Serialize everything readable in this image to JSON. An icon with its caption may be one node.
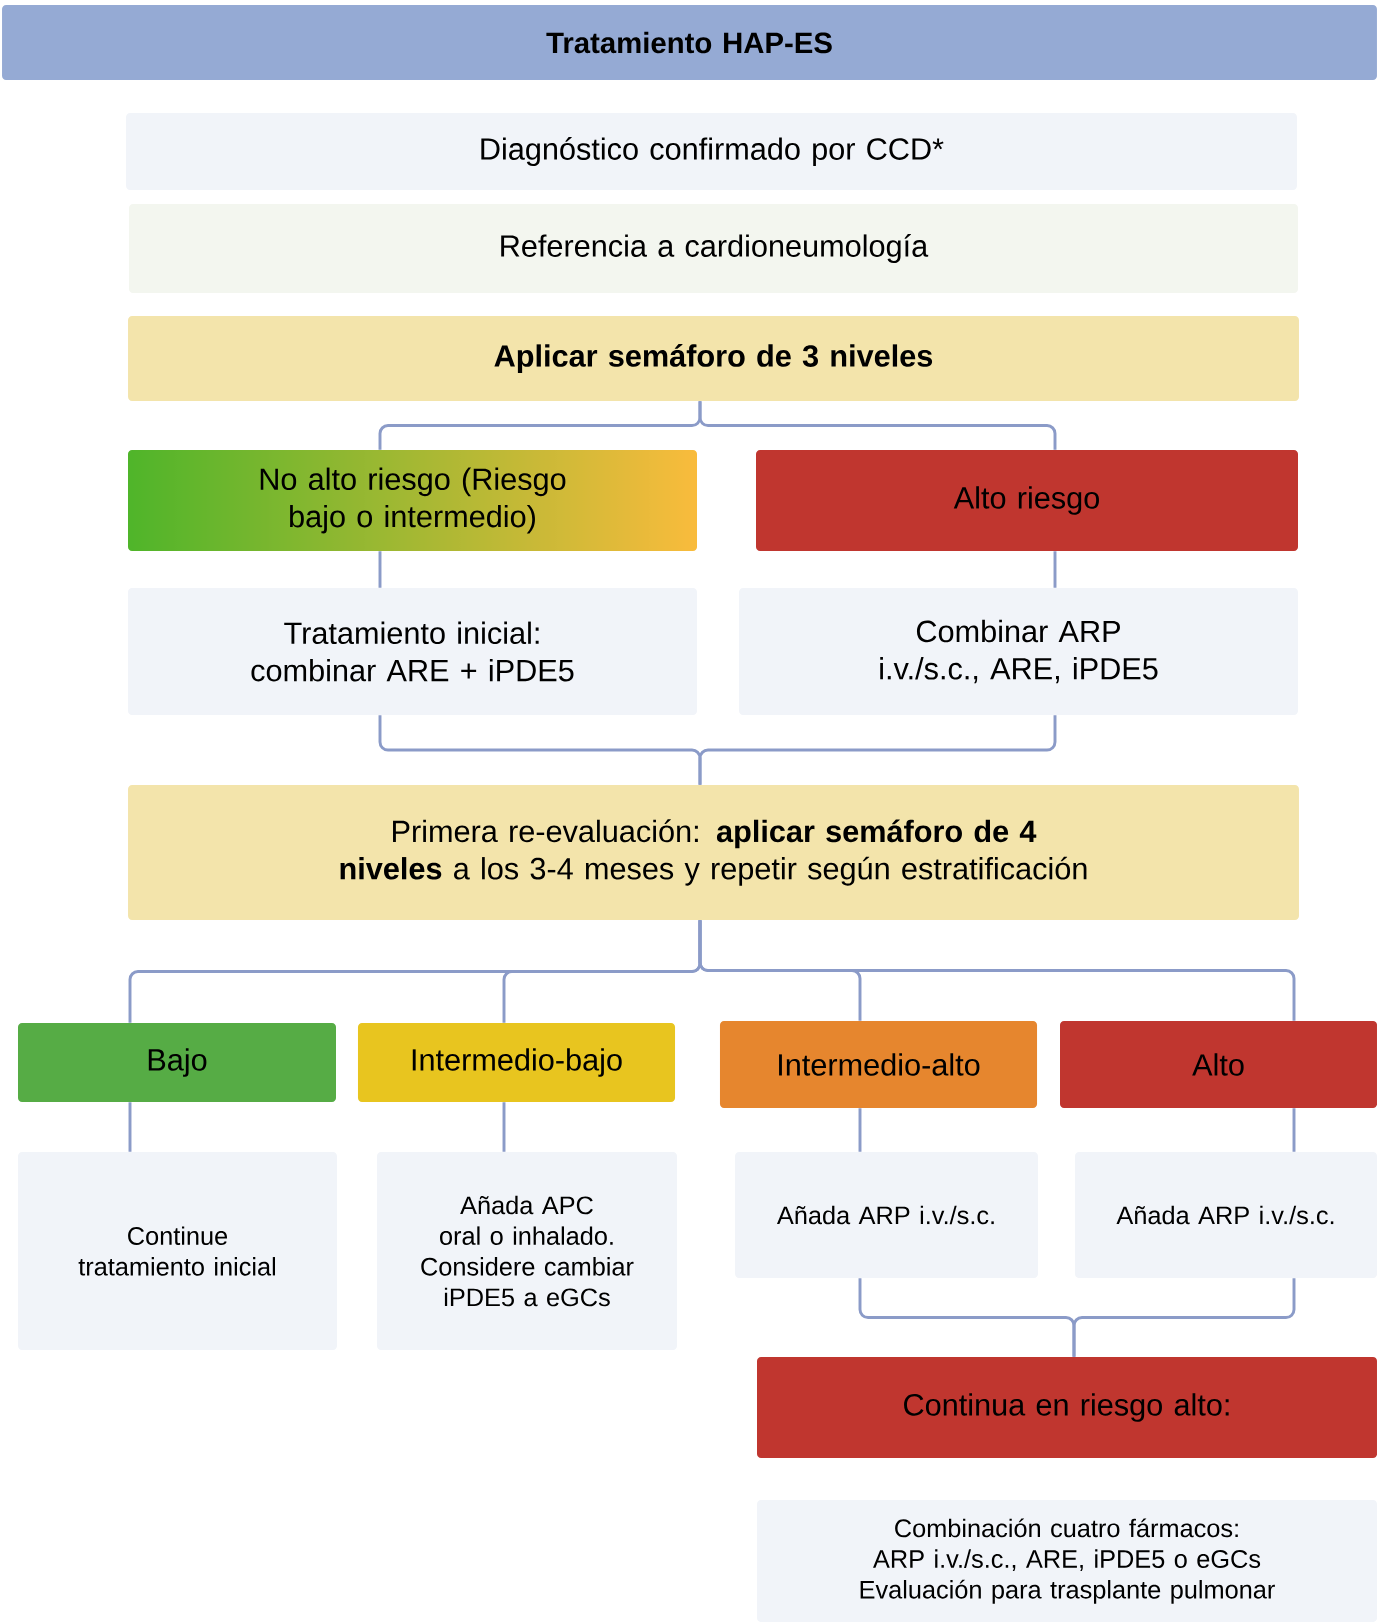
{
  "diagram": {
    "nodes": [
      {
        "text": [
          "Tratamiento HAP-ES"
        ]
      },
      {
        "text": [
          "Diagnóstico confirmado por CCD*"
        ]
      },
      {
        "text": [
          "Referencia a cardioneumología"
        ]
      },
      {
        "text": [
          "Aplicar semáforo de 3 niveles"
        ]
      },
      {
        "text": [
          "No alto riesgo (Riesgo bajo o intermedio)"
        ]
      },
      {
        "text": [
          "Alto riesgo"
        ]
      },
      {
        "text": [
          "Tratamiento inicial: combinar ARE + iPDE5"
        ]
      },
      {
        "text": [
          "Combinar ARP i.v./s.c., ARE, iPDE5"
        ]
      },
      {
        "text": [
          "Primera re-evaluación: **aplicar semáforo de 4 niveles** a los 3-4 meses y repetir según estratificación"
        ]
      },
      {
        "text": [
          "Bajo"
        ]
      },
      {
        "text": [
          "Intermedio-bajo"
        ]
      },
      {
        "text": [
          "Intermedio-alto"
        ]
      },
      {
        "text": [
          "Alto"
        ]
      },
      {
        "text": [
          "Continue tratamiento inicial"
        ]
      },
      {
        "text": [
          "Añada APC oral o inhalado. Considere cambiar iPDE5 a eGCs"
        ]
      },
      {
        "text": [
          "Añada ARP i.v./s.c."
        ]
      },
      {
        "text": [
          "Añada ARP i.v./s.c."
        ]
      },
      {
        "text": [
          "Continua en riesgo alto:"
        ]
      },
      {
        "text": [
          "Combinación cuatro fármacos: ARP i.v./s.c., ARE, iPDE5 o eGCs",
          "Evaluación para trasplante pulmonar"
        ]
      }
    ],
    "edges": [
      {
        "from": 3,
        "to": 4,
        "arrow": "none"
      },
      {
        "from": 3,
        "to": 5,
        "arrow": "none"
      },
      {
        "from": 4,
        "to": 6,
        "arrow": "none"
      },
      {
        "from": 5,
        "to": 7,
        "arrow": "none"
      },
      {
        "from": 6,
        "to": 8,
        "arrow": "none"
      },
      {
        "from": 7,
        "to": 8,
        "arrow": "none"
      },
      {
        "from": 8,
        "to": 9,
        "arrow": "none"
      },
      {
        "from": 8,
        "to": 10,
        "arrow": "none"
      },
      {
        "from": 8,
        "to": 11,
        "arrow": "none"
      },
      {
        "from": 8,
        "to": 12,
        "arrow": "none"
      },
      {
        "from": 9,
        "to": 13,
        "arrow": "none"
      },
      {
        "from": 10,
        "to": 14,
        "arrow": "none"
      },
      {
        "from": 11,
        "to": 15,
        "arrow": "none"
      },
      {
        "from": 12,
        "to": 16,
        "arrow": "none"
      },
      {
        "from": 15,
        "to": 17,
        "arrow": "none"
      },
      {
        "from": 16,
        "to": 17,
        "arrow": "none"
      }
    ]
  }
}
